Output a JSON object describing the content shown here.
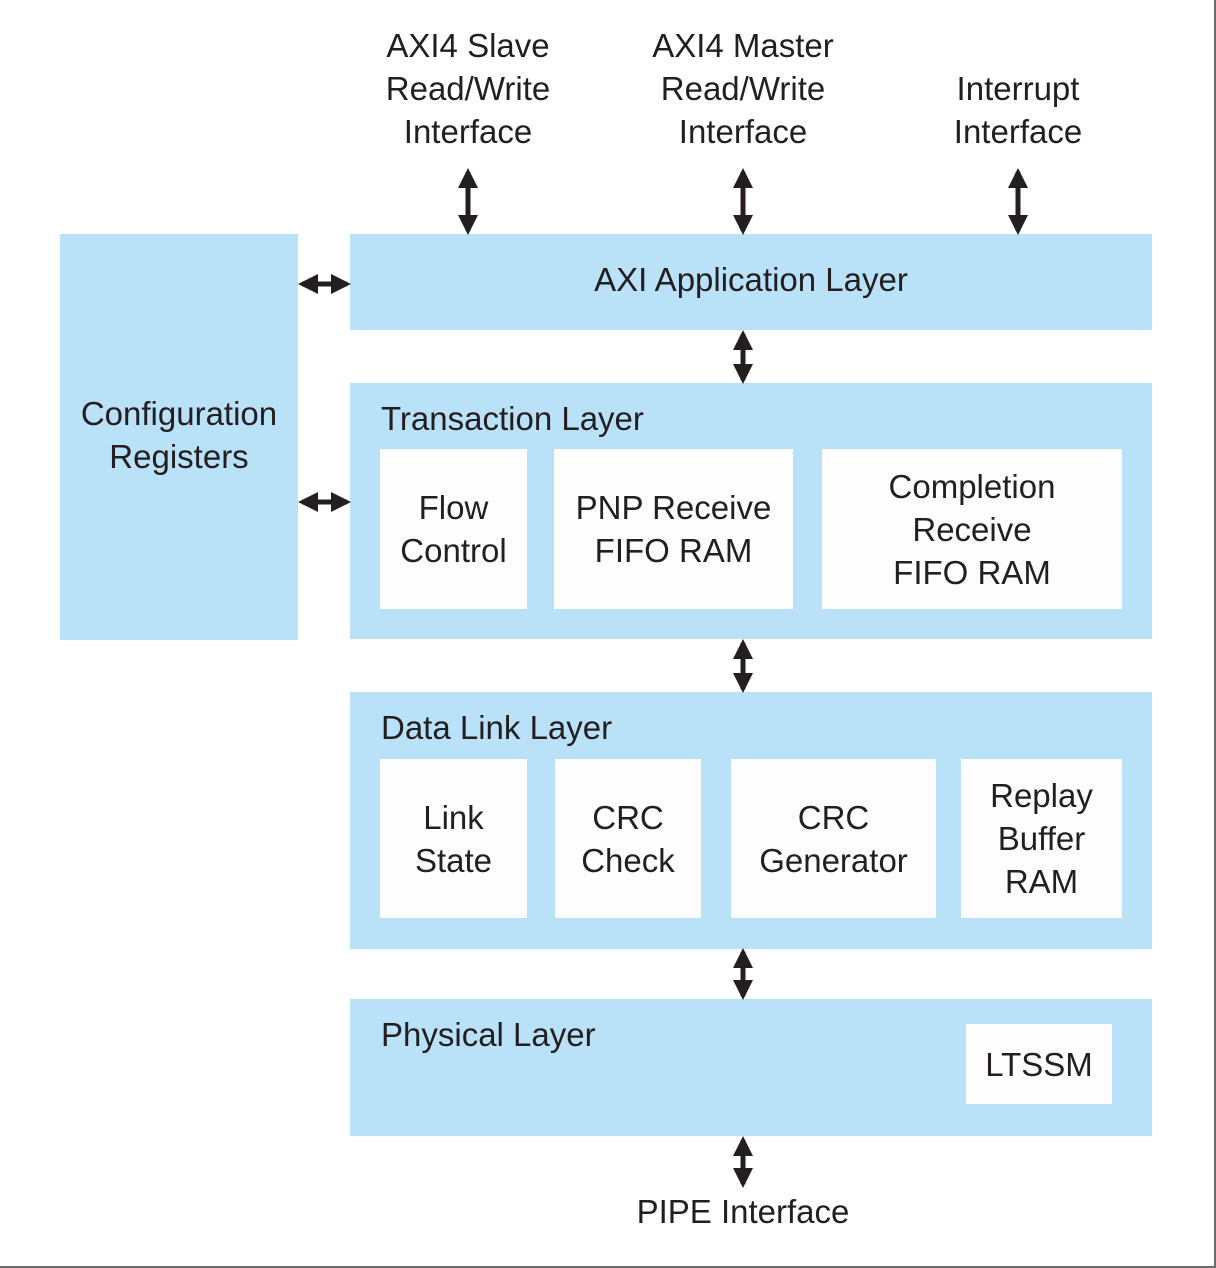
{
  "colors": {
    "block_fill": "#b9e1f8",
    "inner_fill": "#fdfdfd",
    "text": "#231f20",
    "arrow": "#231f20",
    "frame": "#6d6d6d"
  },
  "interfaces": {
    "axi4_slave": "AXI4 Slave\nRead/Write\nInterface",
    "axi4_master": "AXI4 Master\nRead/Write\nInterface",
    "interrupt": "Interrupt\nInterface",
    "pipe": "PIPE Interface"
  },
  "config_registers": {
    "label": "Configuration\nRegisters"
  },
  "layers": {
    "axi_application": {
      "label": "AXI Application Layer"
    },
    "transaction": {
      "label": "Transaction Layer",
      "blocks": [
        "Flow\nControl",
        "PNP Receive\nFIFO RAM",
        "Completion\nReceive\nFIFO RAM"
      ]
    },
    "data_link": {
      "label": "Data Link Layer",
      "blocks": [
        "Link\nState",
        "CRC\nCheck",
        "CRC\nGenerator",
        "Replay\nBuffer\nRAM"
      ]
    },
    "physical": {
      "label": "Physical Layer",
      "blocks": [
        "LTSSM"
      ]
    }
  },
  "connections": [
    {
      "from": "AXI4 Slave Read/Write Interface",
      "to": "AXI Application Layer",
      "type": "bidirectional"
    },
    {
      "from": "AXI4 Master Read/Write Interface",
      "to": "AXI Application Layer",
      "type": "bidirectional"
    },
    {
      "from": "Interrupt Interface",
      "to": "AXI Application Layer",
      "type": "bidirectional"
    },
    {
      "from": "Configuration Registers",
      "to": "AXI Application Layer",
      "type": "bidirectional"
    },
    {
      "from": "Configuration Registers",
      "to": "Transaction Layer",
      "type": "bidirectional"
    },
    {
      "from": "AXI Application Layer",
      "to": "Transaction Layer",
      "type": "bidirectional"
    },
    {
      "from": "Transaction Layer",
      "to": "Data Link Layer",
      "type": "bidirectional"
    },
    {
      "from": "Data Link Layer",
      "to": "Physical Layer",
      "type": "bidirectional"
    },
    {
      "from": "Physical Layer",
      "to": "PIPE Interface",
      "type": "bidirectional"
    }
  ]
}
